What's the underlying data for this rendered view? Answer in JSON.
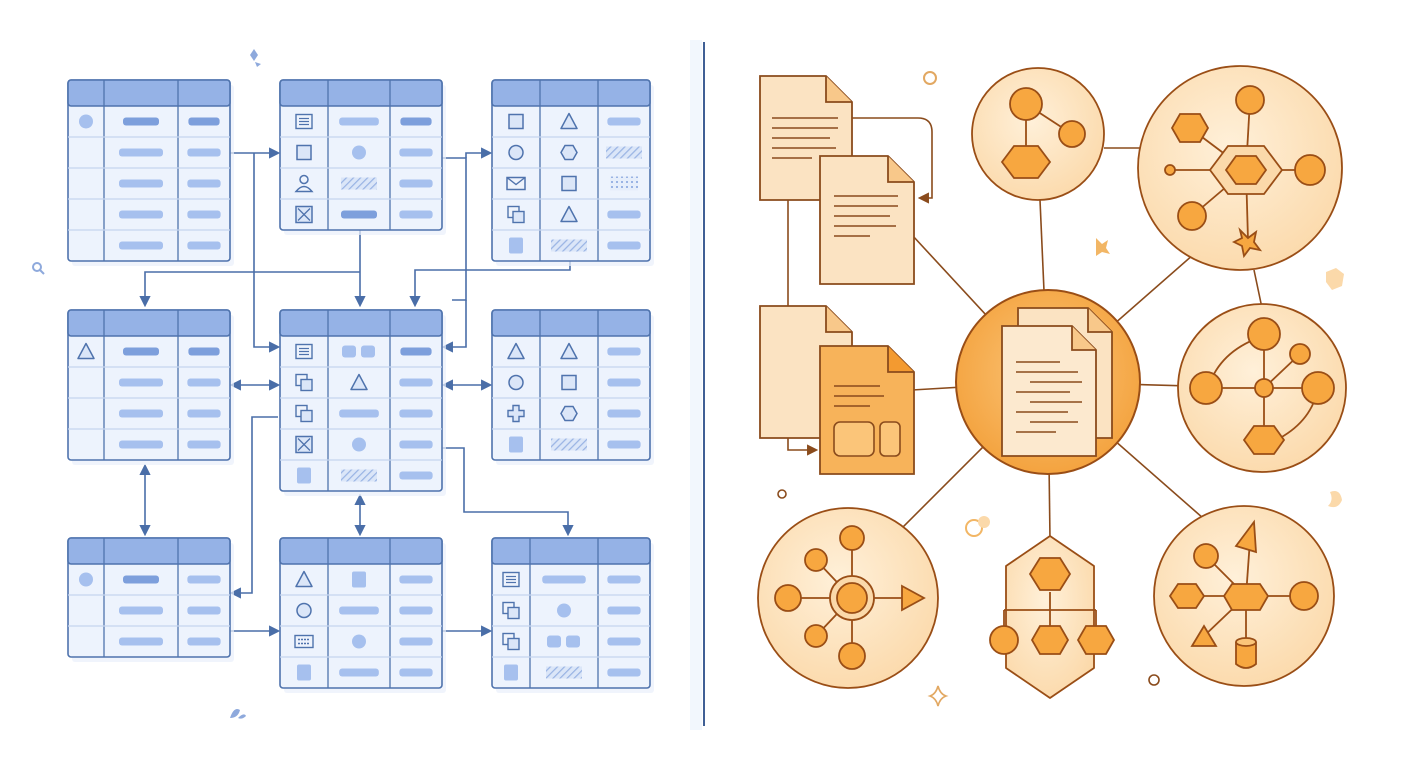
{
  "colors": {
    "background": "#ffffff",
    "table_stroke": "#4f73ad",
    "table_header": "#95b2e6",
    "table_body": "#edf3fd",
    "table_inner": "#c5d5ef",
    "table_chip": "#a6c0ee",
    "table_chip_dark": "#7d9fdc",
    "connector_blue": "#4a6ea8",
    "divider": "#3f5f95",
    "orange_stroke": "#9a4e16",
    "orange_fill_light": "#fde6c4",
    "orange_fill_mid": "#f8c88a",
    "orange_node": "#f7a740",
    "orange_hub": "#f7b35a",
    "doc_fill": "#fbe3c2",
    "connector_brown": "#8a4b1c"
  },
  "left_panel": {
    "name": "relational-tables",
    "tables": [
      {
        "id": "t1",
        "rows": [
          [
            "dot",
            "chip-dark",
            "chip-dark"
          ],
          [
            "",
            "chip",
            "chip"
          ],
          [
            "",
            "chip",
            "chip"
          ],
          [
            "",
            "chip",
            "chip"
          ],
          [
            "",
            "chip",
            "chip"
          ]
        ]
      },
      {
        "id": "t2",
        "rows": [
          [
            "list-icon",
            "chip",
            "chip-dark"
          ],
          [
            "square-icon",
            "dot",
            "chip"
          ],
          [
            "user-icon",
            "hatch",
            "chip"
          ],
          [
            "x-box-icon",
            "chip-dark",
            "chip"
          ]
        ]
      },
      {
        "id": "t3",
        "rows": [
          [
            "square-icon",
            "triangle-icon",
            "chip"
          ],
          [
            "circle-icon",
            "hexagon-icon",
            "hatch"
          ],
          [
            "mail-icon",
            "square-icon",
            "dots"
          ],
          [
            "copy-icon",
            "triangle-icon",
            "chip"
          ],
          [
            "block",
            "hatch",
            "chip"
          ]
        ]
      },
      {
        "id": "t4",
        "rows": [
          [
            "triangle-icon",
            "chip-dark",
            "chip-dark"
          ],
          [
            "",
            "chip",
            "chip"
          ],
          [
            "",
            "chip",
            "chip"
          ],
          [
            "",
            "chip",
            "chip"
          ]
        ]
      },
      {
        "id": "t5",
        "rows": [
          [
            "list-icon",
            "two-chips",
            "chip-dark"
          ],
          [
            "copy-icon",
            "triangle-icon",
            "chip"
          ],
          [
            "copy-icon",
            "chip",
            "chip"
          ],
          [
            "x-box-icon",
            "dot",
            "chip"
          ],
          [
            "block",
            "hatch",
            "chip"
          ]
        ]
      },
      {
        "id": "t6",
        "rows": [
          [
            "triangle-icon",
            "triangle-icon",
            "chip"
          ],
          [
            "circle-icon",
            "square-icon",
            "chip"
          ],
          [
            "plus-icon",
            "hexagon-icon",
            "chip"
          ],
          [
            "block",
            "hatch",
            "chip"
          ]
        ]
      },
      {
        "id": "t7",
        "rows": [
          [
            "dot",
            "chip-dark",
            "chip"
          ],
          [
            "",
            "chip",
            "chip"
          ],
          [
            "",
            "chip",
            "chip"
          ]
        ]
      },
      {
        "id": "t8",
        "rows": [
          [
            "triangle-icon",
            "block",
            "chip"
          ],
          [
            "circle-icon",
            "chip",
            "chip"
          ],
          [
            "grid-icon",
            "dot",
            "chip"
          ],
          [
            "block",
            "chip",
            "chip"
          ]
        ]
      },
      {
        "id": "t9",
        "rows": [
          [
            "list-icon",
            "chip",
            "chip"
          ],
          [
            "copy-icon",
            "dot",
            "chip"
          ],
          [
            "copy-icon",
            "two-chips",
            "chip"
          ],
          [
            "block",
            "hatch",
            "chip"
          ]
        ]
      }
    ]
  },
  "right_panel": {
    "name": "graph-documents",
    "documents": [
      "doc-1",
      "doc-2",
      "doc-3",
      "doc-4"
    ],
    "hub": "central-document-hub",
    "clusters": [
      "cluster-top-left",
      "cluster-top-right",
      "cluster-right",
      "cluster-bottom-right",
      "cluster-bottom-hexagon",
      "cluster-bottom-left"
    ]
  }
}
